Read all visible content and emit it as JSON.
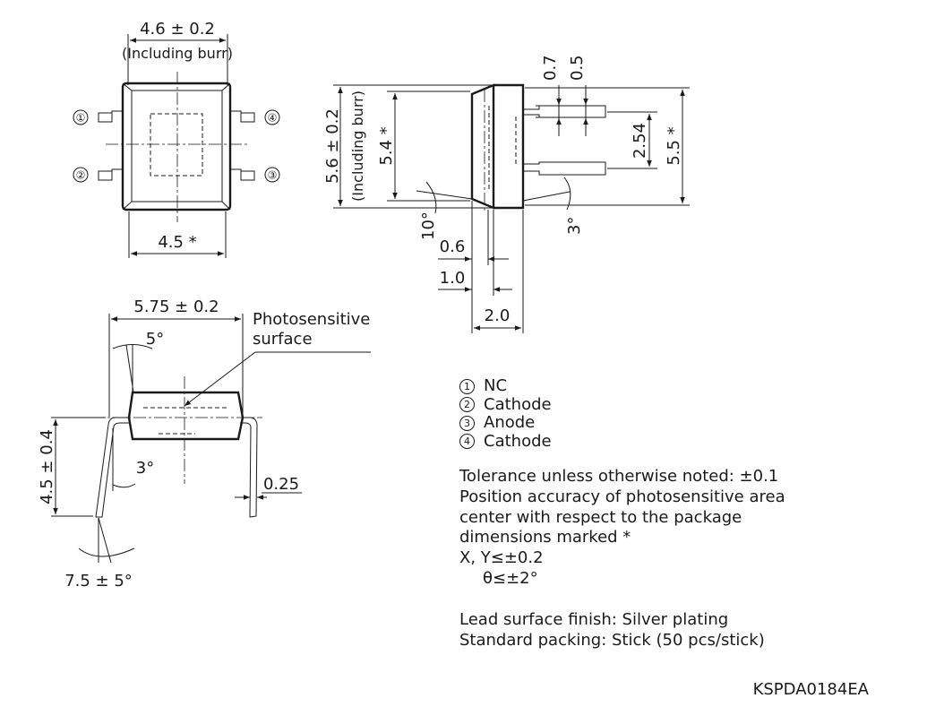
{
  "top_view": {
    "width_dim": "4.6 ± 0.2",
    "width_note": "(Including burr)",
    "bottom_dim": "4.5 *",
    "pins": [
      "①",
      "②",
      "③",
      "④"
    ]
  },
  "side_view": {
    "height_dim": "5.6 ± 0.2",
    "height_note": "(Including burr)",
    "body_dim": "5.4 *",
    "lead_dim_1": "0.7",
    "lead_dim_2": "0.5",
    "pitch_dim": "2.54",
    "right_dim": "5.5 *",
    "angle_left": "10°",
    "angle_right": "3°",
    "dim_06": "0.6",
    "dim_10": "1.0",
    "dim_20": "2.0"
  },
  "front_view": {
    "width_dim": "5.75 ± 0.2",
    "angle_top": "5°",
    "photosensitive_label_1": "Photosensitive",
    "photosensitive_label_2": "surface",
    "height_dim": "4.5 ± 0.4",
    "angle_inner": "3°",
    "lead_thickness": "0.25",
    "lead_angle": "7.5 ± 5°"
  },
  "legend": [
    {
      "num": "1",
      "label": "NC"
    },
    {
      "num": "2",
      "label": "Cathode"
    },
    {
      "num": "3",
      "label": "Anode"
    },
    {
      "num": "4",
      "label": "Cathode"
    }
  ],
  "notes": {
    "tolerance": "Tolerance unless otherwise noted: ±0.1",
    "position_1": "Position accuracy of photosensitive area",
    "position_2": "center with respect to the package",
    "position_3": "dimensions marked *",
    "xy": "X, Y≤±0.2",
    "theta": "θ≤±2°",
    "finish": "Lead surface finish: Silver plating",
    "packing": "Standard packing: Stick (50 pcs/stick)"
  },
  "drawing_code": "KSPDA0184EA"
}
